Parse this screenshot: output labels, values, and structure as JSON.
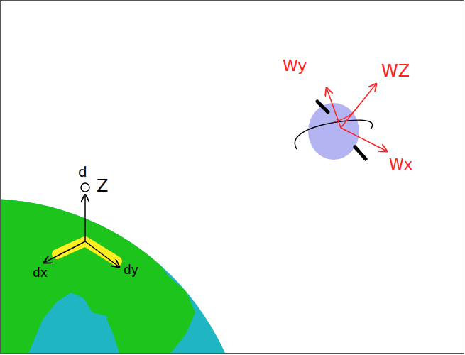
{
  "diagram": {
    "labels": [
      "d",
      "Z",
      "dx",
      "dy",
      "Wy",
      "WZ",
      "Wx"
    ]
  }
}
